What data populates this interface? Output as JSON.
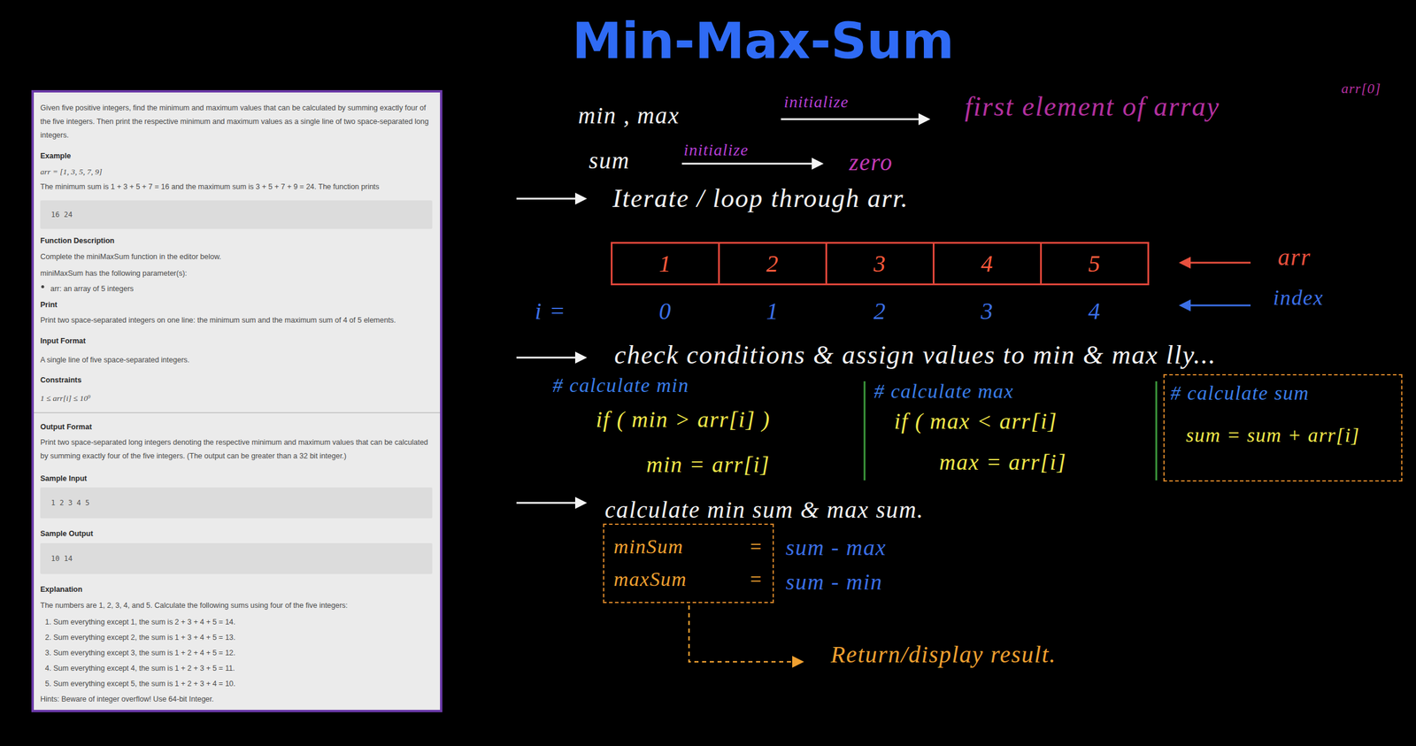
{
  "diagram": {
    "title": "Min-Max-Sum",
    "nodes": [
      {
        "text": [
          "Given five positive integers, find the minimum and maximum values that can be calculated by summing exactly four of the five integers. Then print the respective minimum and maximum values as a single line of two space-separated long integers.",
          "Example",
          "arr = [1, 3, 5, 7, 9]",
          "The minimum sum is 1 + 3 + 5 + 7 = 16 and the maximum sum is 3 + 5 + 7 + 9 = 24. The function prints",
          "Function Description",
          "Complete the miniMaxSum function in the editor below.",
          "miniMaxSum has the following parameter(s):",
          "arr: an array of 5 integers",
          "Print",
          "Print two space-separated integers on one line: the minimum sum and the maximum sum of 4 of 5 elements.",
          "Input Format",
          "A single line of five space-separated integers.",
          "Constraints",
          "1 ≤ arr[i] ≤ 10⁹",
          "Output Format",
          "Print two space-separated long integers denoting the respective minimum and maximum values that can be calculated by summing exactly four of the five integers. (The output can be greater than a 32 bit integer.)",
          "Sample Input",
          "Sample Output",
          "Explanation",
          "The numbers are 1, 2, 3, 4, and 5. Calculate the following sums using four of the five integers:",
          "1. Sum everything except 1, the sum is 2 + 3 + 4 + 5 = 14.",
          "2. Sum everything except 2, the sum is 1 + 3 + 4 + 5 = 13.",
          "3. Sum everything except 3, the sum is 1 + 2 + 4 + 5 = 12.",
          "4. Sum everything except 4, the sum is 1 + 2 + 3 + 5 = 11.",
          "5. Sum everything except 5, the sum is 1 + 2 + 3 + 4 = 10.",
          "Hints: Beware of integer overflow! Use 64-bit Integer."
        ]
      },
      {
        "text": [
          "16 24"
        ],
        "in": 0
      },
      {
        "text": [
          "1 2 3 4 5"
        ],
        "in": 0
      },
      {
        "text": [
          "10 14"
        ],
        "in": 0
      },
      {
        "text": [
          "1"
        ]
      },
      {
        "text": [
          "2"
        ]
      },
      {
        "text": [
          "3"
        ]
      },
      {
        "text": [
          "4"
        ]
      },
      {
        "text": [
          "5"
        ]
      },
      {
        "text": [
          "# calculate sum",
          "sum = sum + arr[i]"
        ]
      },
      {
        "text": [
          "minSum",
          "=",
          "maxSum",
          "="
        ]
      }
    ],
    "labels": [
      "min , max",
      "initialize",
      "first element of array",
      "arr[0]",
      "sum",
      "initialize",
      "zero",
      "Iterate / loop through arr.",
      "arr",
      "index",
      "i =",
      "0",
      "1",
      "2",
      "3",
      "4",
      "check conditions & assign values to min & max lly...",
      "# calculate min",
      "if ( min > arr[i] )",
      "min = arr[i]",
      "# calculate max",
      "if ( max < arr[i]",
      "max = arr[i]",
      "calculate min sum & max sum.",
      "sum - max",
      "sum - min",
      "Return/display result."
    ]
  }
}
